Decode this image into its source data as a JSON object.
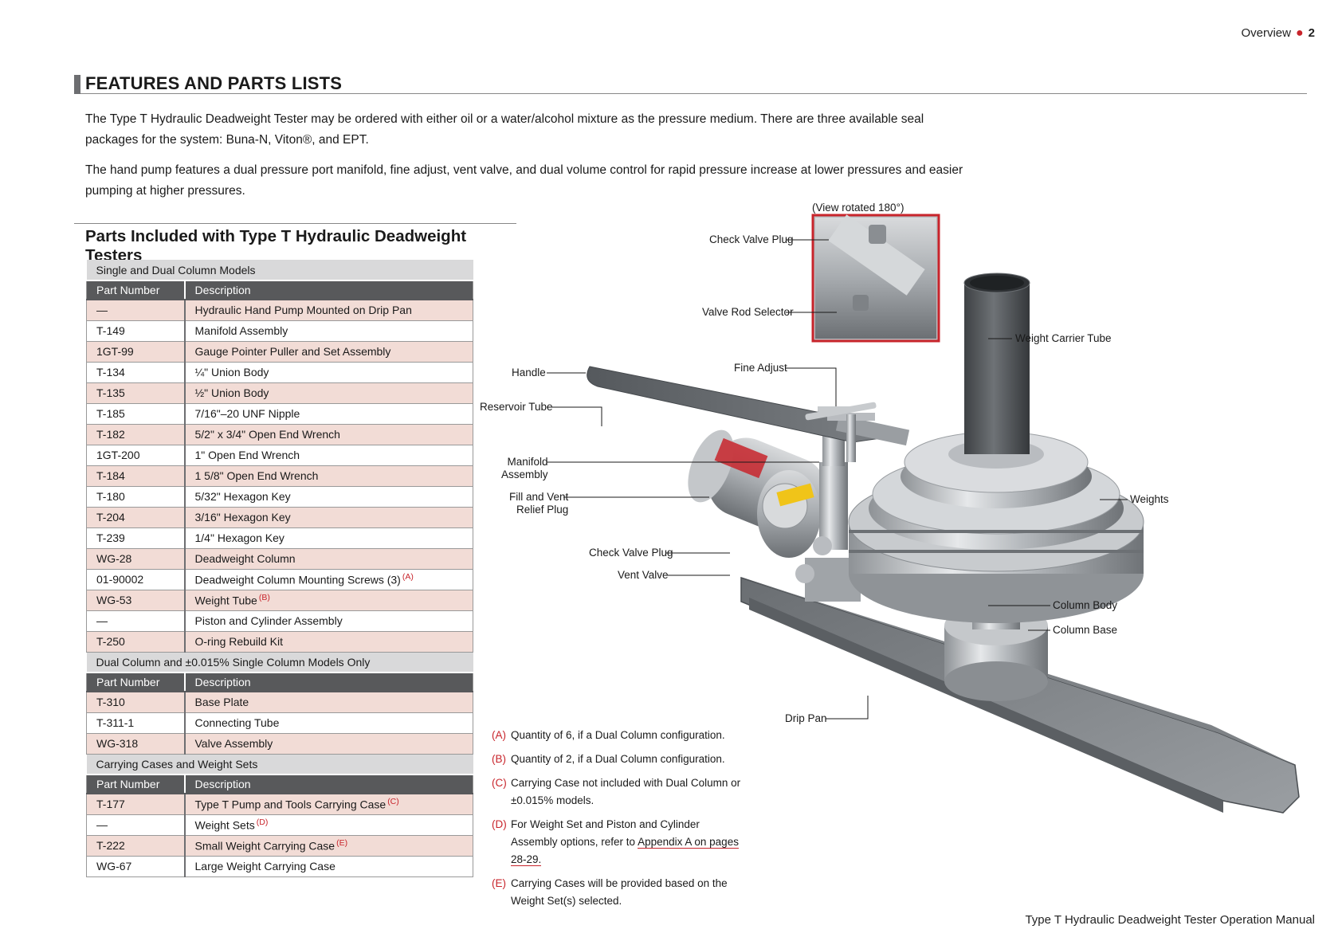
{
  "header": {
    "section": "Overview",
    "page": "2"
  },
  "title": "FEATURES AND PARTS LISTS",
  "paragraphs": [
    "The Type T Hydraulic Deadweight Tester may be ordered with either oil or a water/alcohol mixture as the pressure medium. There are three available seal packages for the system: Buna-N, Viton®, and EPT.",
    "The hand pump features a dual pressure port manifold, fine adjust, vent valve, and dual volume control for rapid pressure increase at lower pressures and easier pumping at higher pressures."
  ],
  "parts_title": "Parts Included with Type T Hydraulic Deadweight Testers",
  "col_pn": "Part Number",
  "col_desc": "Description",
  "groups": [
    {
      "name": "Single and Dual Column Models",
      "rows": [
        {
          "pn": "—",
          "desc": "Hydraulic Hand Pump Mounted on Drip Pan",
          "note": ""
        },
        {
          "pn": "T-149",
          "desc": "Manifold Assembly",
          "note": ""
        },
        {
          "pn": "1GT-99",
          "desc": "Gauge Pointer Puller and Set Assembly",
          "note": ""
        },
        {
          "pn": "T-134",
          "desc": "¼\" Union Body",
          "note": ""
        },
        {
          "pn": "T-135",
          "desc": "½\" Union Body",
          "note": ""
        },
        {
          "pn": "T-185",
          "desc": "7/16\"–20 UNF Nipple",
          "note": ""
        },
        {
          "pn": "T-182",
          "desc": "5/2\" x 3/4\" Open End Wrench",
          "note": ""
        },
        {
          "pn": "1GT-200",
          "desc": "1\" Open End Wrench",
          "note": ""
        },
        {
          "pn": "T-184",
          "desc": "1 5/8\" Open End Wrench",
          "note": ""
        },
        {
          "pn": "T-180",
          "desc": "5/32\" Hexagon Key",
          "note": ""
        },
        {
          "pn": "T-204",
          "desc": "3/16\" Hexagon Key",
          "note": ""
        },
        {
          "pn": "T-239",
          "desc": "1/4\" Hexagon Key",
          "note": ""
        },
        {
          "pn": "WG-28",
          "desc": "Deadweight Column",
          "note": ""
        },
        {
          "pn": "01-90002",
          "desc": "Deadweight Column Mounting Screws (3)",
          "note": "(A)"
        },
        {
          "pn": "WG-53",
          "desc": "Weight Tube",
          "note": "(B)"
        },
        {
          "pn": "—",
          "desc": "Piston and Cylinder Assembly",
          "note": ""
        },
        {
          "pn": "T-250",
          "desc": "O-ring Rebuild Kit",
          "note": ""
        }
      ]
    },
    {
      "name": "Dual Column and ±0.015% Single Column Models Only",
      "rows": [
        {
          "pn": "T-310",
          "desc": "Base Plate",
          "note": ""
        },
        {
          "pn": "T-311-1",
          "desc": "Connecting Tube",
          "note": ""
        },
        {
          "pn": "WG-318",
          "desc": "Valve Assembly",
          "note": ""
        }
      ]
    },
    {
      "name": "Carrying Cases and Weight Sets",
      "rows": [
        {
          "pn": "T-177",
          "desc": "Type T Pump and Tools Carrying Case",
          "note": "(C)"
        },
        {
          "pn": "—",
          "desc": "Weight Sets",
          "note": "(D)"
        },
        {
          "pn": "T-222",
          "desc": "Small Weight Carrying Case",
          "note": "(E)"
        },
        {
          "pn": "WG-67",
          "desc": "Large Weight Carrying Case",
          "note": ""
        }
      ]
    }
  ],
  "footnotes": [
    {
      "key": "(A)",
      "text": "Quantity of 6, if a Dual Column configuration."
    },
    {
      "key": "(B)",
      "text": "Quantity of 2, if a Dual Column configuration."
    },
    {
      "key": "(C)",
      "text": "Carrying Case not included with Dual Column or ±0.015% models."
    },
    {
      "key": "(D)",
      "text": "For Weight Set and Piston and Cylinder Assembly options, refer to",
      "link": "Appendix A on pages 28-29."
    },
    {
      "key": "(E)",
      "text": "Carrying Cases will be provided based on the Weight  Set(s) selected."
    }
  ],
  "figure": {
    "inset_caption": "(View rotated 180°)",
    "callouts": {
      "check_valve_plug_top": "Check Valve Plug",
      "valve_rod_selector": "Valve Rod Selector",
      "weight_carrier_tube": "Weight Carrier Tube",
      "handle": "Handle",
      "fine_adjust": "Fine Adjust",
      "reservoir_tube": "Reservoir Tube",
      "manifold_assembly": "Manifold\nAssembly",
      "fill_vent": "Fill and Vent\nRelief Plug",
      "weights": "Weights",
      "check_valve_plug": "Check Valve Plug",
      "vent_valve": "Vent Valve",
      "column_body": "Column Body",
      "column_base": "Column Base",
      "drip_pan": "Drip Pan"
    }
  },
  "footer": "Type T Hydraulic Deadweight Tester Operation Manual",
  "colors": {
    "accent": "#c8242b",
    "header_gray": "#58595b",
    "group_gray": "#d9d9da",
    "row_pink": "#f2dcd6"
  }
}
